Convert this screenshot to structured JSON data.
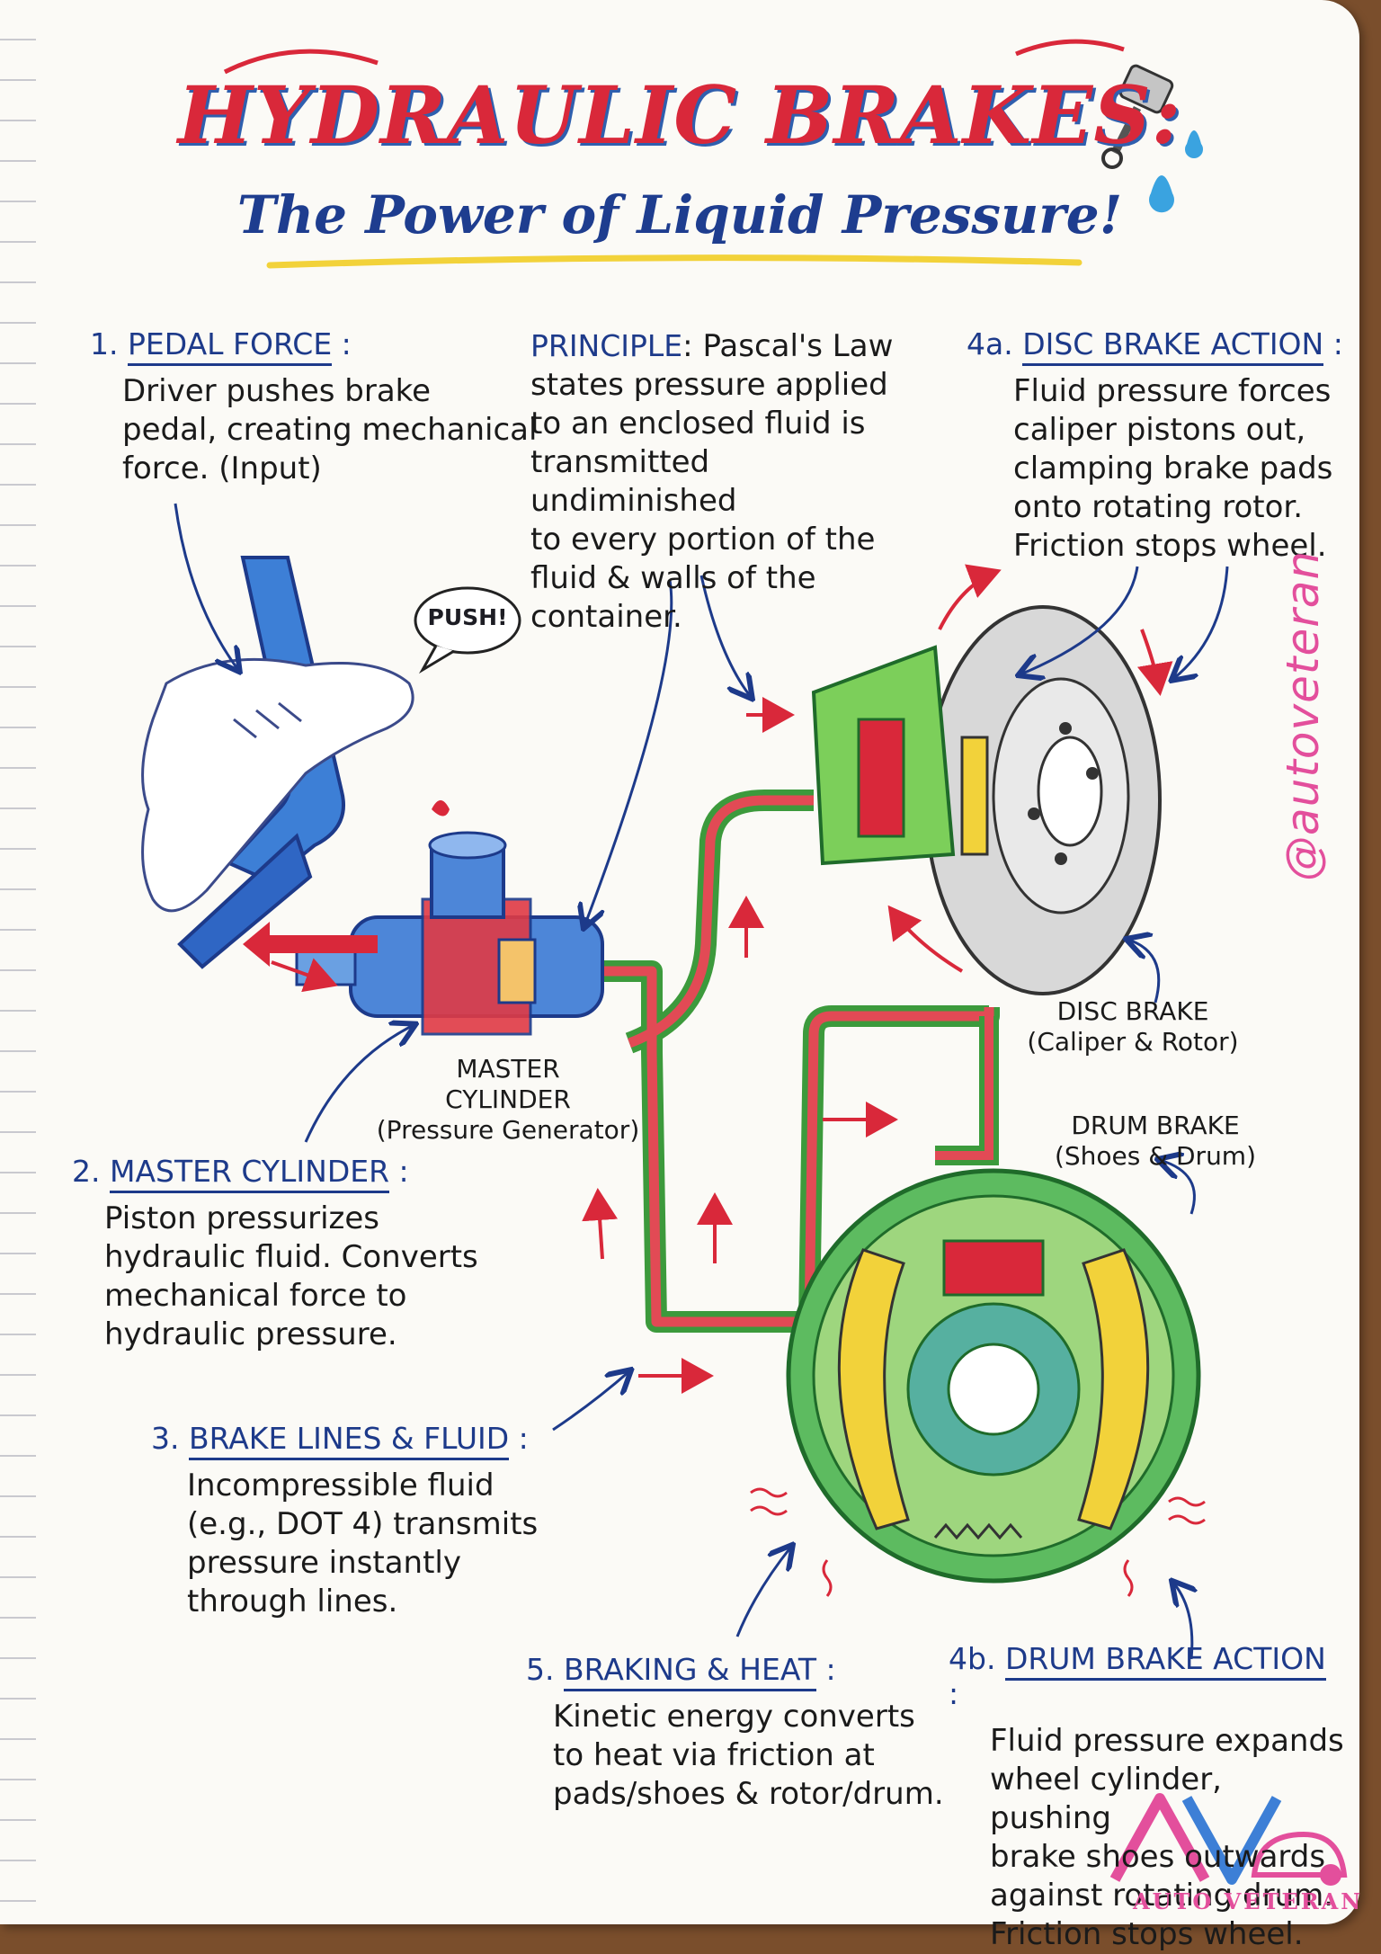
{
  "title": {
    "line1": "HYDRAULIC BRAKES:",
    "line2": "The Power of Liquid Pressure!"
  },
  "sections": {
    "pedal": {
      "num": "1.",
      "heading": "PEDAL FORCE",
      "lines": [
        "Driver pushes brake",
        "pedal, creating mechanical",
        "force. (Input)"
      ]
    },
    "principle": {
      "heading": "PRINCIPLE",
      "lines": [
        "Pascal's Law",
        "states pressure applied",
        "to an enclosed fluid is",
        "transmitted undiminished",
        "to every portion of the",
        "fluid & walls of the",
        "container."
      ]
    },
    "disc": {
      "num": "4a.",
      "heading": "DISC BRAKE ACTION",
      "lines": [
        "Fluid pressure forces",
        "caliper pistons out,",
        "clamping brake pads",
        "onto rotating rotor.",
        "Friction stops wheel."
      ]
    },
    "master": {
      "num": "2.",
      "heading": "MASTER CYLINDER",
      "lines": [
        "Piston pressurizes",
        "hydraulic fluid. Converts",
        "mechanical force to",
        "hydraulic pressure."
      ]
    },
    "lines": {
      "num": "3.",
      "heading": "BRAKE LINES & FLUID",
      "lines": [
        "Incompressible fluid",
        "(e.g., DOT 4) transmits",
        "pressure instantly",
        "through lines."
      ]
    },
    "heat": {
      "num": "5.",
      "heading": "BRAKING & HEAT",
      "lines": [
        "Kinetic energy converts",
        "to heat via friction at",
        "pads/shoes & rotor/drum."
      ]
    },
    "drum": {
      "num": "4b.",
      "heading": "DRUM BRAKE ACTION",
      "lines": [
        "Fluid pressure expands",
        "wheel cylinder, pushing",
        "brake shoes outwards",
        "against rotating drum.",
        "Friction stops wheel."
      ]
    }
  },
  "labels": {
    "push": "PUSH!",
    "master_cyl": [
      "MASTER",
      "CYLINDER",
      "(Pressure Generator)"
    ],
    "disc_brake": [
      "DISC BRAKE",
      "(Caliper & Rotor)"
    ],
    "drum_brake": [
      "DRUM BRAKE",
      "(Shoes & Drum)"
    ]
  },
  "watermark": "@autoveteran",
  "logo": "AUTO VETERAN",
  "colors": {
    "fluid": "#d9283a",
    "line_casing": "#4caf50",
    "ink_blue": "#1d3a8a",
    "caliper": "#7ccf5a",
    "shoe": "#f2d23a",
    "pedal": "#3d7fd6"
  }
}
